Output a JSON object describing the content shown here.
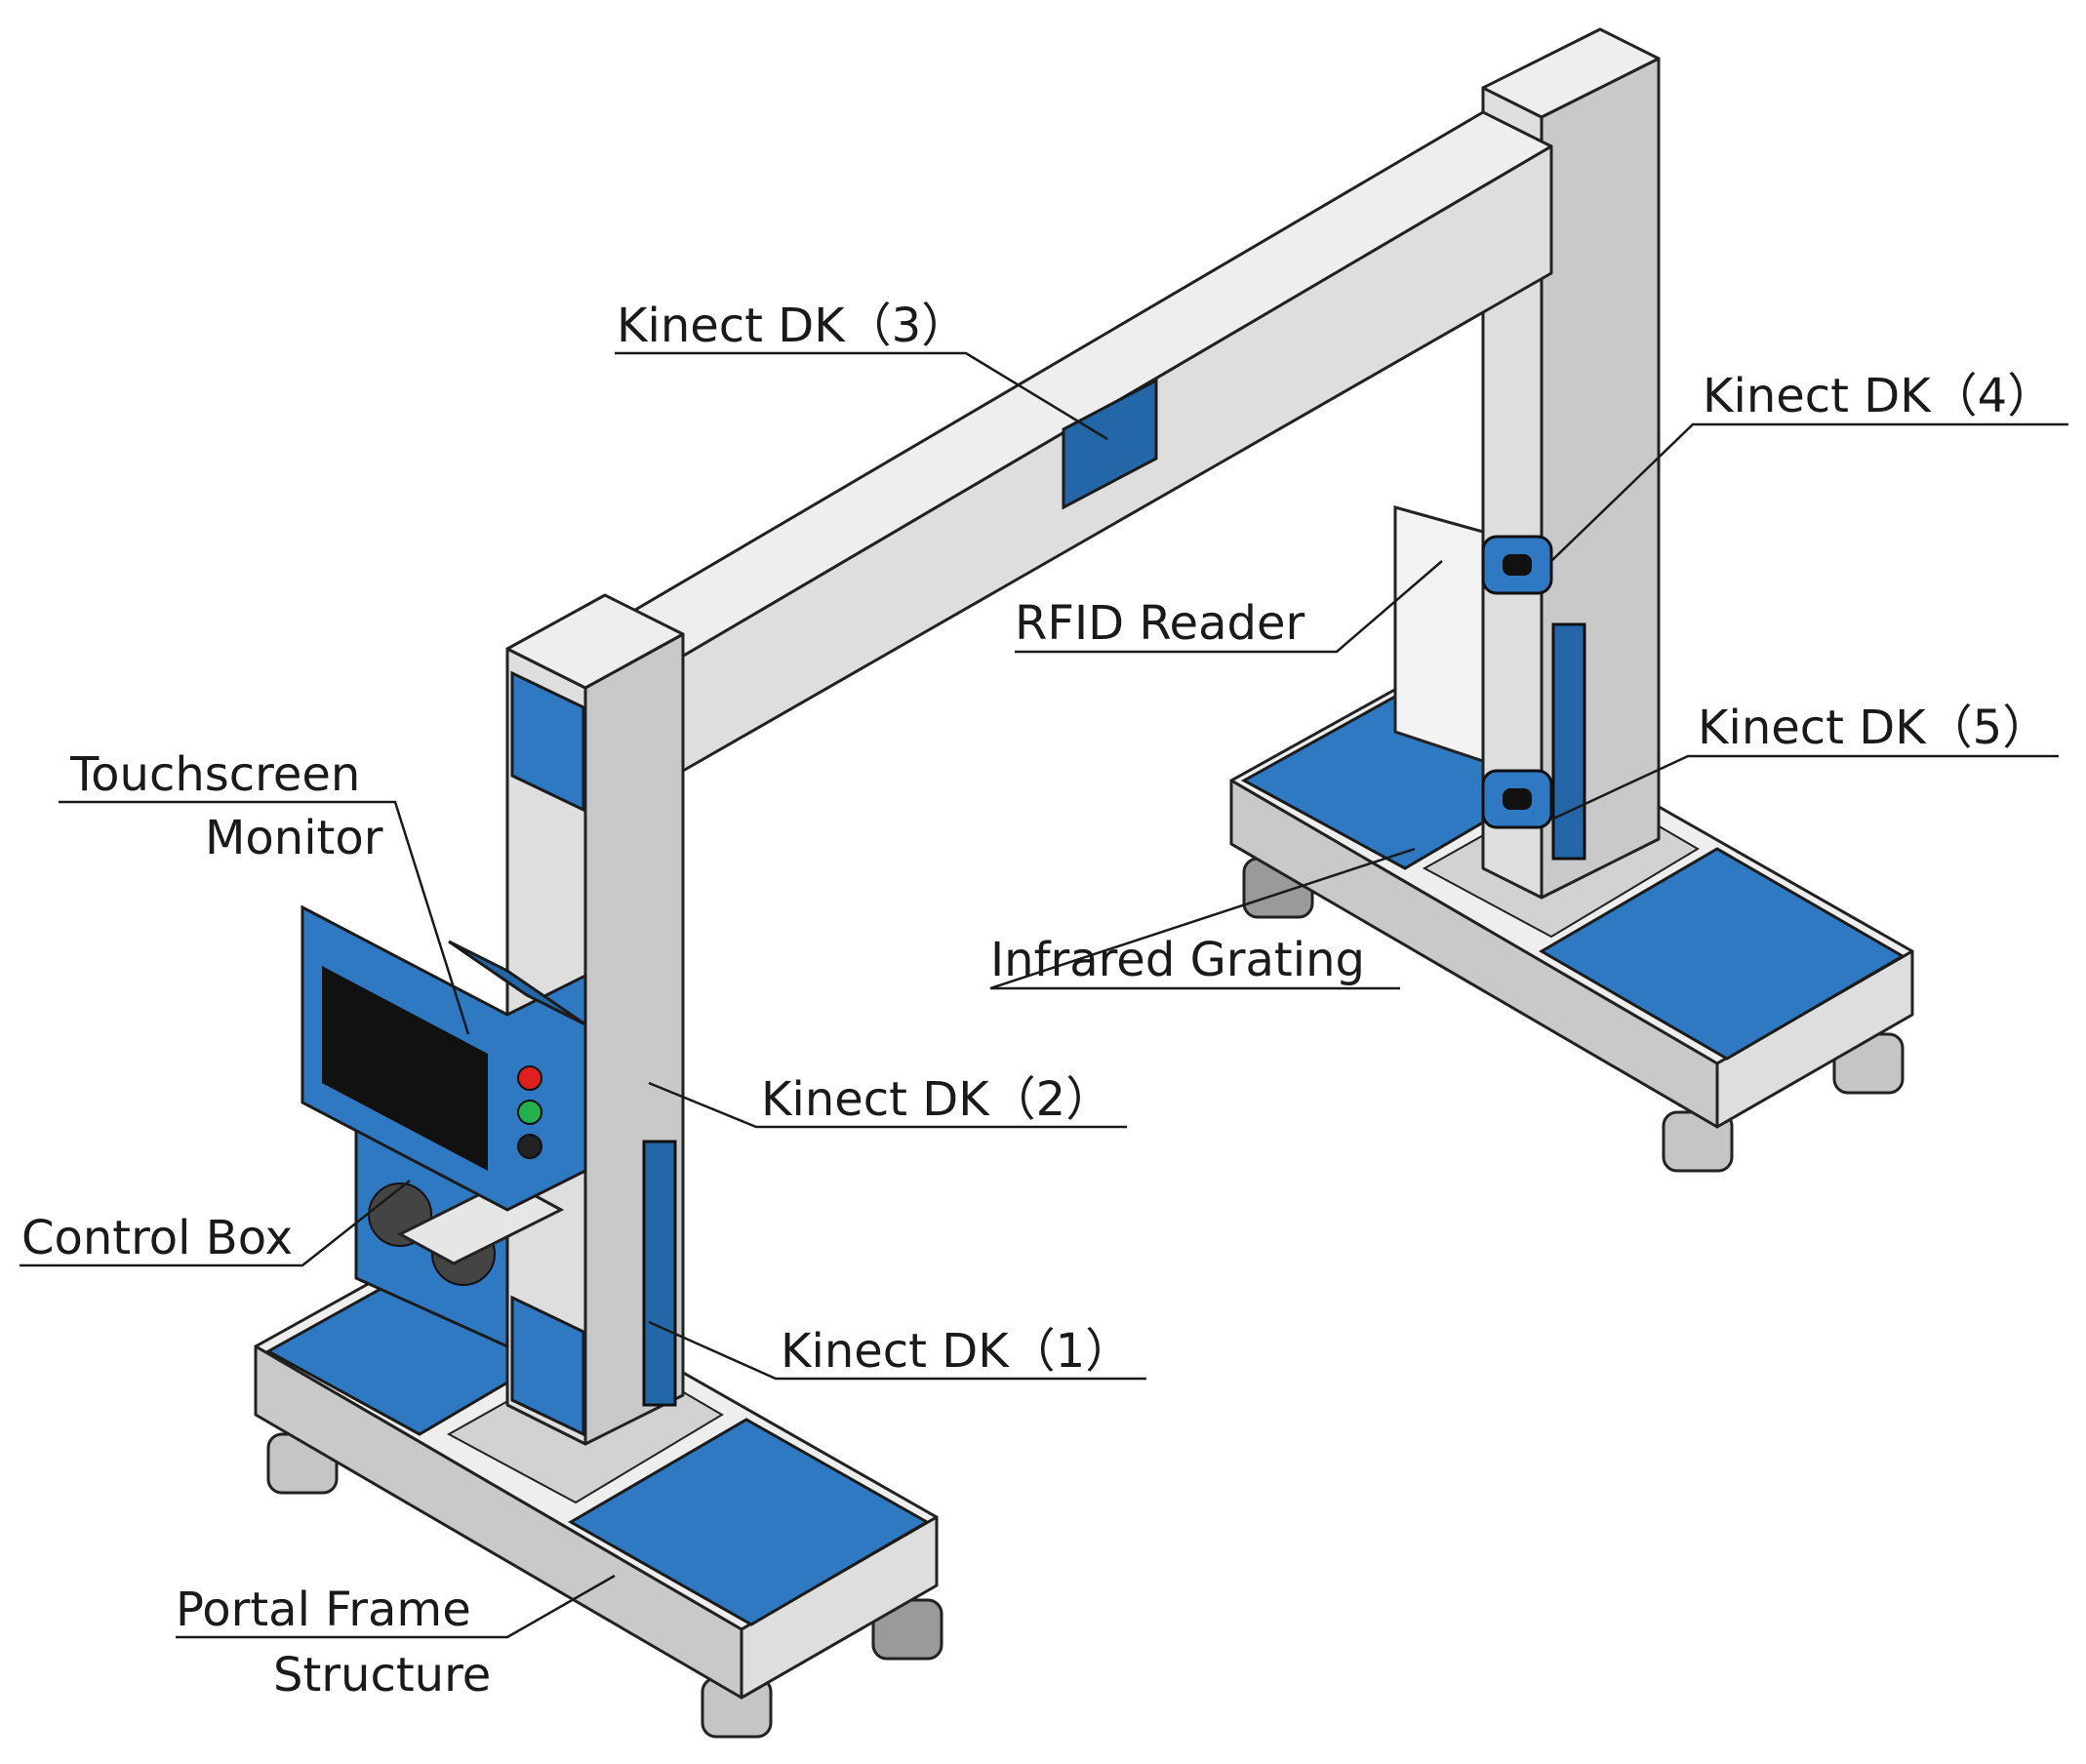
{
  "labels": {
    "kinect_3": "Kinect DK（3）",
    "kinect_4": "Kinect DK（4）",
    "rfid_reader": "RFID Reader",
    "kinect_5": "Kinect DK（5）",
    "infrared_grating": "Infrared Grating",
    "touchscreen_line1": "Touchscreen",
    "touchscreen_line2": "Monitor",
    "kinect_2": "Kinect DK（2）",
    "control_box": "Control Box",
    "kinect_1": "Kinect DK（1）",
    "portal_line1": "Portal Frame",
    "portal_line2": "Structure"
  },
  "colors": {
    "panel_blue": "#2f79c3",
    "frame_grey": "#dedede",
    "screen_black": "#111111",
    "button_red": "#e02020",
    "button_green": "#22b14c"
  }
}
